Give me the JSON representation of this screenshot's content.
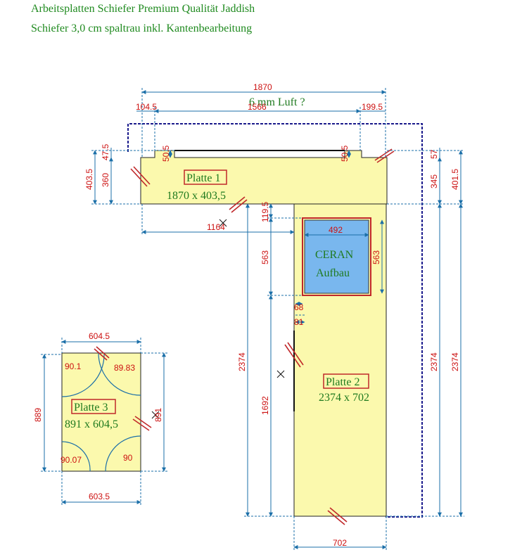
{
  "header": {
    "title_line1": "Arbeitsplatten Schiefer Premium Qualität Jaddish",
    "title_line2": "Schiefer 3,0 cm spaltrau inkl. Kantenbearbeitung"
  },
  "note": "6 mm Luft ?",
  "plates": {
    "p1": {
      "name": "Platte 1",
      "size": "1870 x 403,5"
    },
    "p2": {
      "name": "Platte 2",
      "size": "2374 x 702"
    },
    "p3": {
      "name": "Platte 3",
      "size": "891 x 604,5"
    },
    "ceran": {
      "line1": "CERAN",
      "line2": "Aufbau"
    }
  },
  "dims": {
    "top_total": "1870",
    "left_offset": "104.5",
    "inner_width": "1566",
    "right_offset": "199.5",
    "h_left_outer": "403.5",
    "h_left_inner": "360",
    "h_left_small": "47.5",
    "notch_left": "50.5",
    "notch_right": "50.5",
    "h_right_small": "57",
    "h_right_inner": "345",
    "h_right_outer": "401.5",
    "w_1164": "1164",
    "d_119": "119.5",
    "ceran_w": "492",
    "ceran_h": "563",
    "ceran_h_left": "563",
    "d_68": "68",
    "d_81": "81",
    "h_2374_left": "2374",
    "h_1692": "1692",
    "h_2374_r1": "2374",
    "h_2374_r2": "2374",
    "bottom_702": "702",
    "p3_top": "604.5",
    "p3_left": "889",
    "p3_right": "891",
    "p3_bottom": "603.5",
    "r_tl": "90.1",
    "r_tr": "89.83",
    "r_bl": "90.07",
    "r_br": "90"
  },
  "colors": {
    "plate_fill": "#fbf9ad",
    "dim_line": "#1b6fa8",
    "dim_text": "#cc1111",
    "label_text": "#1f7a1f",
    "ceran_fill": "#79b7ee",
    "dash_outline": "#1a1a8c"
  }
}
